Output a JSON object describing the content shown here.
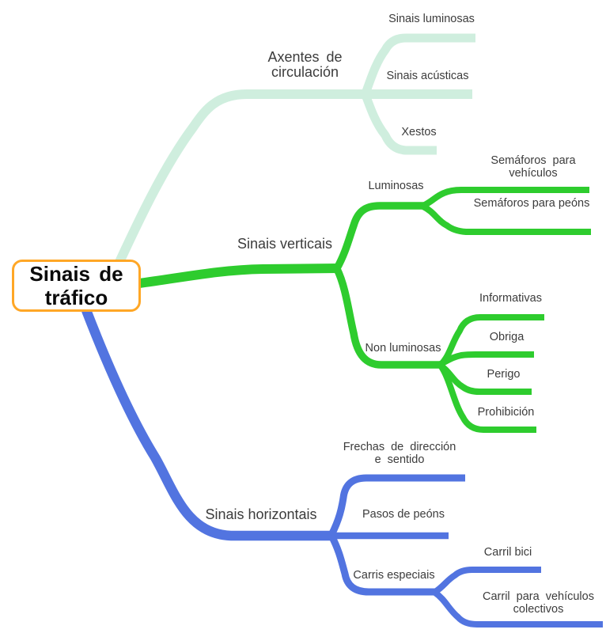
{
  "diagram": {
    "title": "Sinais de tráfico",
    "type": "mindmap",
    "background": "#ffffff",
    "text_color": "#3c3c3c"
  },
  "root": {
    "label": "Sinais de tráfico",
    "border_color": "#ffa726",
    "fill": "#ffffff",
    "text_color": "#0a0a0a"
  },
  "branches": [
    {
      "label": "Axentes de circulación",
      "color": "#cfeede",
      "children": [
        {
          "label": "Sinais luminosas"
        },
        {
          "label": "Sinais acústicas"
        },
        {
          "label": "Xestos"
        }
      ]
    },
    {
      "label": "Sinais verticais",
      "color": "#2ecc2e",
      "children": [
        {
          "label": "Luminosas",
          "children": [
            {
              "label": "Semáforos para vehículos"
            },
            {
              "label": "Semáforos para peóns"
            }
          ]
        },
        {
          "label": "Non luminosas",
          "children": [
            {
              "label": "Informativas"
            },
            {
              "label": "Obriga"
            },
            {
              "label": "Perigo"
            },
            {
              "label": "Prohibición"
            }
          ]
        }
      ]
    },
    {
      "label": "Sinais horizontais",
      "color": "#5274e0",
      "children": [
        {
          "label": "Frechas de dirección e sentido"
        },
        {
          "label": "Pasos de peóns"
        },
        {
          "label": "Carris especiais",
          "children": [
            {
              "label": "Carril bici"
            },
            {
              "label": "Carril para vehículos colectivos"
            }
          ]
        }
      ]
    }
  ]
}
